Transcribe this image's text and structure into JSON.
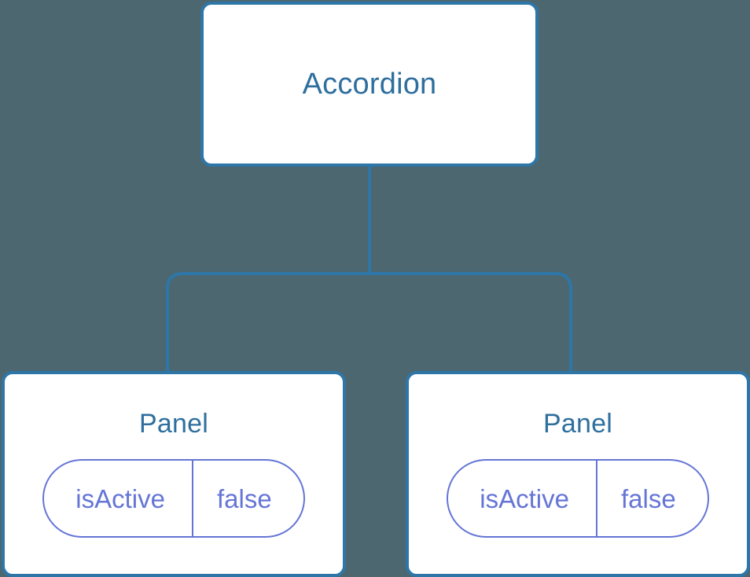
{
  "diagram": {
    "type": "component-tree",
    "background_color": "#4c6770",
    "node_border_color": "#2e76a8",
    "node_title_color": "#2e6f9e",
    "prop_color": "#6575d6",
    "connector_color": "#2e76a8",
    "root": {
      "label": "Accordion"
    },
    "children": [
      {
        "label": "Panel",
        "props": [
          {
            "key": "isActive",
            "value": "false"
          }
        ]
      },
      {
        "label": "Panel",
        "props": [
          {
            "key": "isActive",
            "value": "false"
          }
        ]
      }
    ]
  }
}
